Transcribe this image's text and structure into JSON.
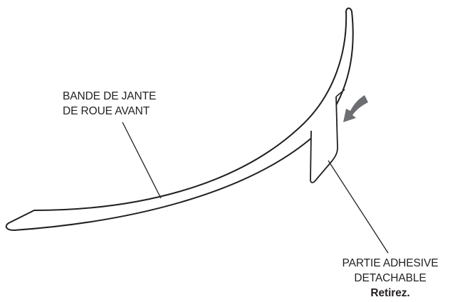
{
  "callouts": {
    "rim_strip": {
      "line1": "BANDE DE JANTE",
      "line2": "DE ROUE AVANT"
    },
    "adhesive_part": {
      "line1": "PARTIE ADHESIVE",
      "line2": "DETACHABLE",
      "action": "Retirez."
    }
  },
  "colors": {
    "stroke": "#231f20",
    "arrow_fill": "#6d6e71",
    "background": "#ffffff"
  }
}
